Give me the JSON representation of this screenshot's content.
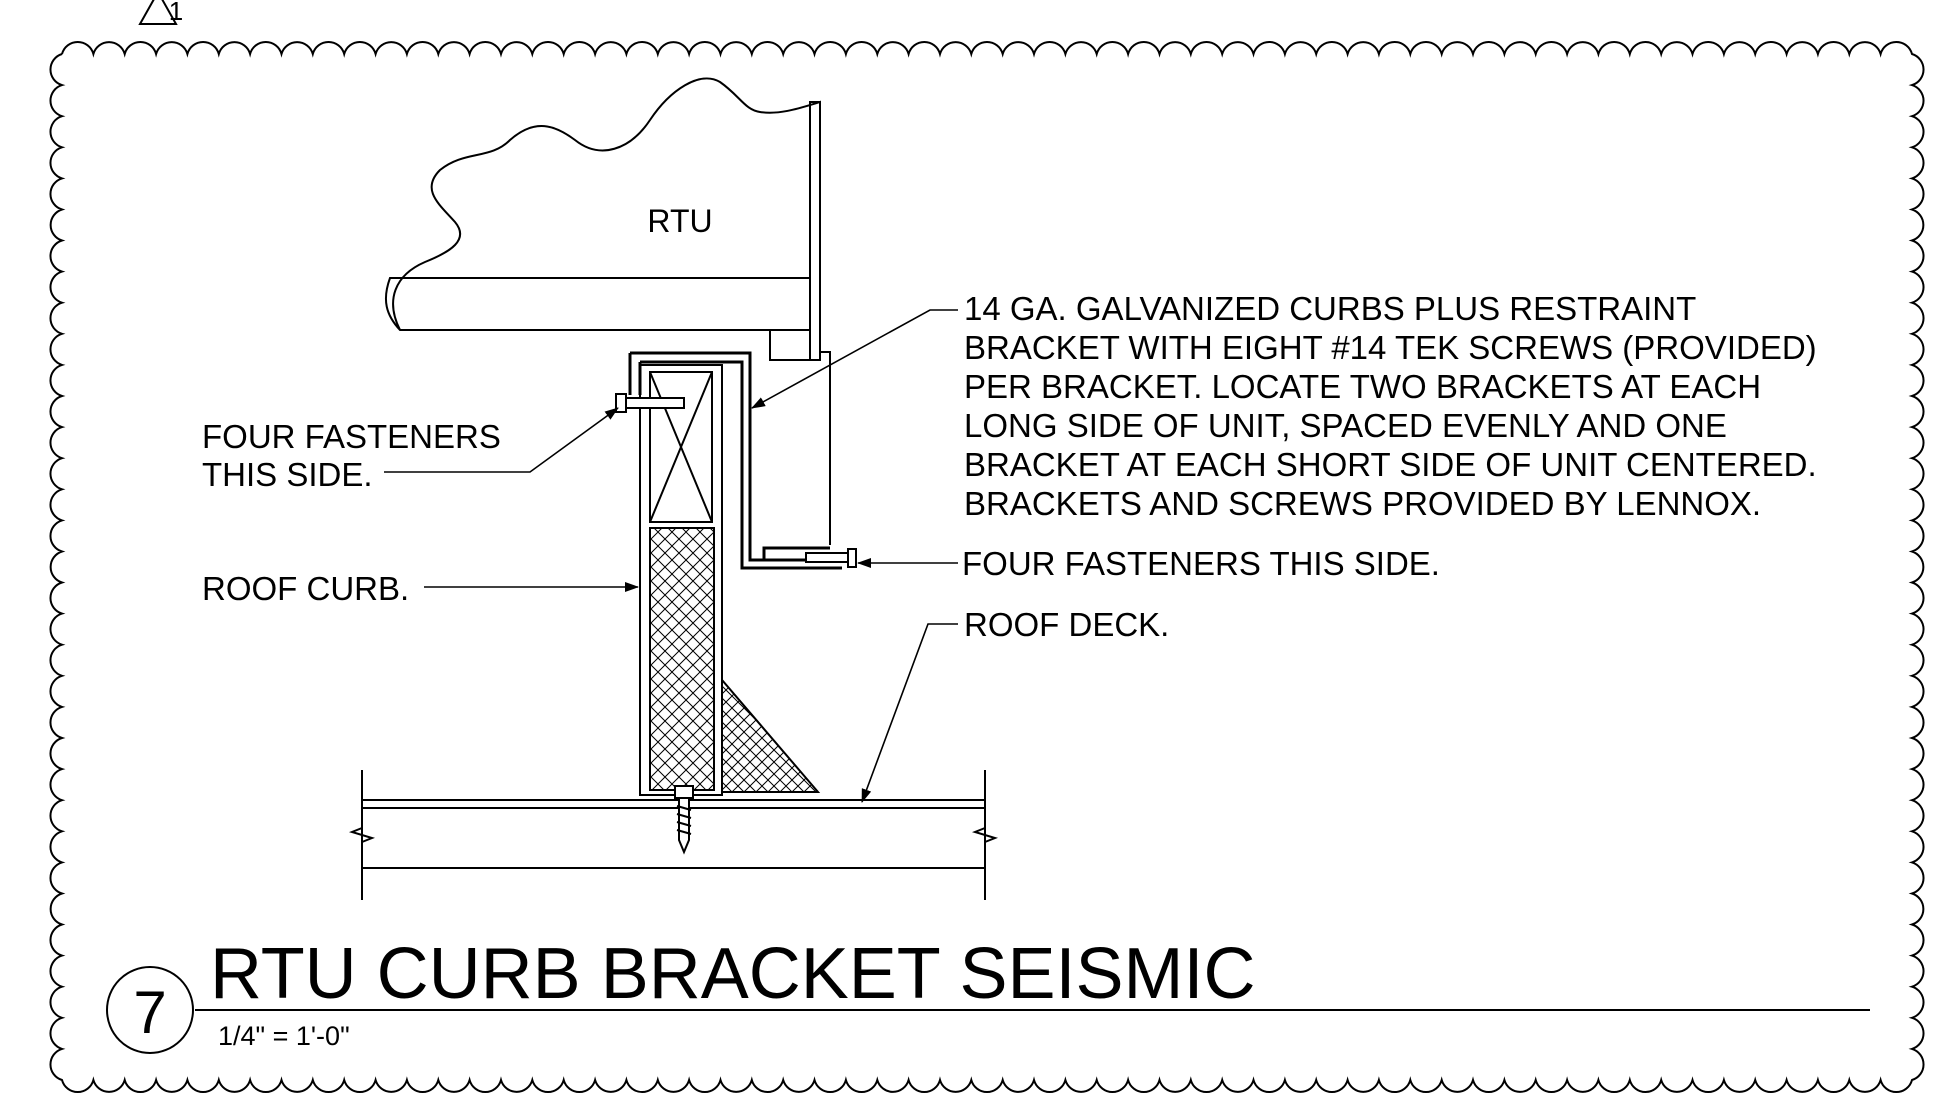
{
  "detail": {
    "number": "7",
    "title": "RTU CURB BRACKET SEISMIC",
    "scale": "1/4\" = 1'-0\"",
    "revision": "1"
  },
  "labels": {
    "rtu": "RTU",
    "roof_curb": "ROOF CURB.",
    "roof_deck": "ROOF DECK.",
    "fasteners_right": "FOUR FASTENERS THIS SIDE.",
    "fasteners_left": [
      "FOUR FASTENERS",
      "THIS SIDE."
    ],
    "bracket_note": [
      "14 GA. GALVANIZED CURBS PLUS RESTRAINT",
      "BRACKET WITH EIGHT #14 TEK SCREWS (PROVIDED)",
      "PER BRACKET. LOCATE TWO BRACKETS AT EACH",
      "LONG SIDE OF UNIT, SPACED EVENLY AND ONE",
      "BRACKET AT EACH SHORT SIDE OF UNIT CENTERED.",
      "BRACKETS AND SCREWS PROVIDED BY LENNOX."
    ]
  },
  "colors": {
    "line": "#000000",
    "background": "#ffffff"
  }
}
